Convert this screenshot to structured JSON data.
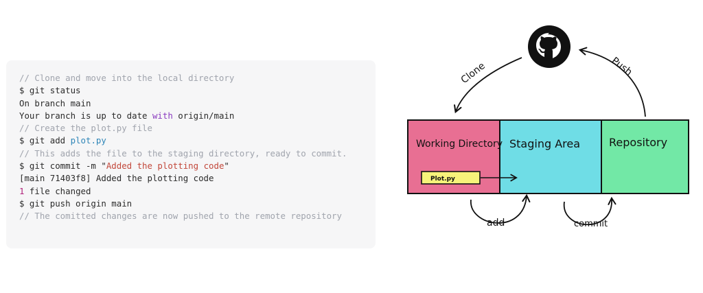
{
  "code": {
    "lines": [
      [
        {
          "t": "// Clone and move into the local directory",
          "k": "comment"
        }
      ],
      [
        {
          "t": "$ git status",
          "k": "plain"
        }
      ],
      [
        {
          "t": "On branch main",
          "k": "plain"
        }
      ],
      [
        {
          "t": "Your branch is up to date ",
          "k": "plain"
        },
        {
          "t": "with",
          "k": "keyword"
        },
        {
          "t": " origin/main",
          "k": "plain"
        }
      ],
      [
        {
          "t": "// Create the plot.py file",
          "k": "comment"
        }
      ],
      [
        {
          "t": "$ git add ",
          "k": "plain"
        },
        {
          "t": "plot.py",
          "k": "file"
        }
      ],
      [
        {
          "t": "// This adds the file to the staging directory, ready to commit.",
          "k": "comment"
        }
      ],
      [
        {
          "t": "$ git commit -m \"",
          "k": "plain"
        },
        {
          "t": "Added the plotting code",
          "k": "string"
        },
        {
          "t": "\"",
          "k": "plain"
        }
      ],
      [
        {
          "t": "[main 71403f8] Added the plotting code",
          "k": "plain"
        }
      ],
      [
        {
          "t": "1",
          "k": "number"
        },
        {
          "t": " file changed",
          "k": "plain"
        }
      ],
      [
        {
          "t": "$ git push origin main",
          "k": "plain"
        }
      ],
      [
        {
          "t": "// The comitted changes are now pushed to the remote repository",
          "k": "comment"
        }
      ]
    ],
    "colors": {
      "plain": "#2b2b2b",
      "comment": "#a0a4ad",
      "keyword": "#8a3bbf",
      "file": "#2f86b8",
      "string": "#c2473a",
      "number": "#b0227a"
    }
  },
  "diagram": {
    "remote_icon": "github-icon",
    "boxes": [
      {
        "label": "Working Directory",
        "color": "#e86f93"
      },
      {
        "label": "Staging Area",
        "color": "#6fdde6"
      },
      {
        "label": "Repository",
        "color": "#72e8a6"
      }
    ],
    "file_label": "Plot.py",
    "file_color": "#f7f37a",
    "arrows": {
      "clone": "Clone",
      "push": "Push",
      "add": "add",
      "commit": "commit"
    }
  }
}
